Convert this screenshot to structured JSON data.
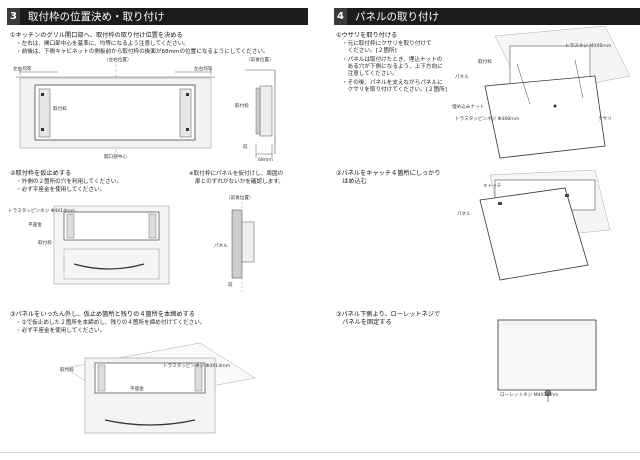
{
  "section3": {
    "number": "3",
    "title": "取付枠の位置決め・取り付け",
    "step1": {
      "heading": "①キッチンのグリル開口部へ、取付枠の取り付け位置を決める",
      "bullets": [
        "・左右は、開口部中心を基準に、均等になるよう注意してください。",
        "・前後は、下側キャビネットの側板前から取付枠の後面が68mmの位置になるようにしてください。"
      ],
      "labels": {
        "left_right_top": "（左右位置）",
        "front_back_top": "（前後位置）",
        "left_equal": "左右均等",
        "right_equal": "左右均等",
        "frame": "取付枠",
        "center": "開口部中心",
        "frame_side": "取付枠",
        "front": "前",
        "dim": "68mm"
      }
    },
    "step2": {
      "heading": "②取付枠を仮止めする",
      "bullets": [
        "・外側の２箇所の穴を利用してください。",
        "・必ず平座金を使用してください。"
      ],
      "labels": {
        "screw": "トラスタッピンネジ\nΦ4X14mm",
        "washer": "平座金",
        "frame": "取付枠"
      },
      "note": [
        "※取付枠にパネルを仮付けし、周囲の",
        "扉とのずれがないかを確認します。"
      ],
      "note_labels": {
        "front_back": "（前後位置）",
        "panel": "パネル",
        "front": "前"
      }
    },
    "step3": {
      "heading": "③パネルをいったん外し、仮止め箇所と残りの４箇所を本締めする",
      "bullets": [
        "・②で仮止めした２箇所を本締めし、残りの４箇所を締め付けてください。",
        "・必ず平座金を使用してください。"
      ],
      "labels": {
        "frame": "取付枠",
        "screw": "トラスタッピンネジ\nΦ4X14mm",
        "washer": "平座金"
      }
    }
  },
  "section4": {
    "number": "4",
    "title": "パネルの取り付け",
    "step1": {
      "heading": "①ウサリを取り付ける",
      "bullets": [
        "・元に取付枠にクサリを取り付けて",
        "　ください。[２箇所]",
        "・パネルは取付けたとき、埋込ナットの",
        "　ある穴が下側になるよう、上下方向に",
        "　注意してください。",
        "・その後、パネルを支えながらパネルに",
        "　クサリを取り付けてください。[２箇所]"
      ],
      "labels": {
        "frame": "取付枠",
        "screw_top": "トラスネジ\nM4X6mm",
        "panel": "パネル",
        "nut": "埋め込みナット",
        "screw_bottom": "トラスタッピンネジ\nΦ4X8mm",
        "chain": "クサリ"
      }
    },
    "step2": {
      "heading": "②パネルをキャッチ４箇所にしっかり",
      "heading2": "　はめ込む",
      "labels": {
        "catch": "キャッチ",
        "panel": "パネル"
      }
    },
    "step3": {
      "heading": "③パネル下側より、ローレットネジで",
      "heading2": "　パネルを固定する",
      "labels": {
        "screw": "ローレットネジ\nM4X10mm"
      }
    }
  }
}
